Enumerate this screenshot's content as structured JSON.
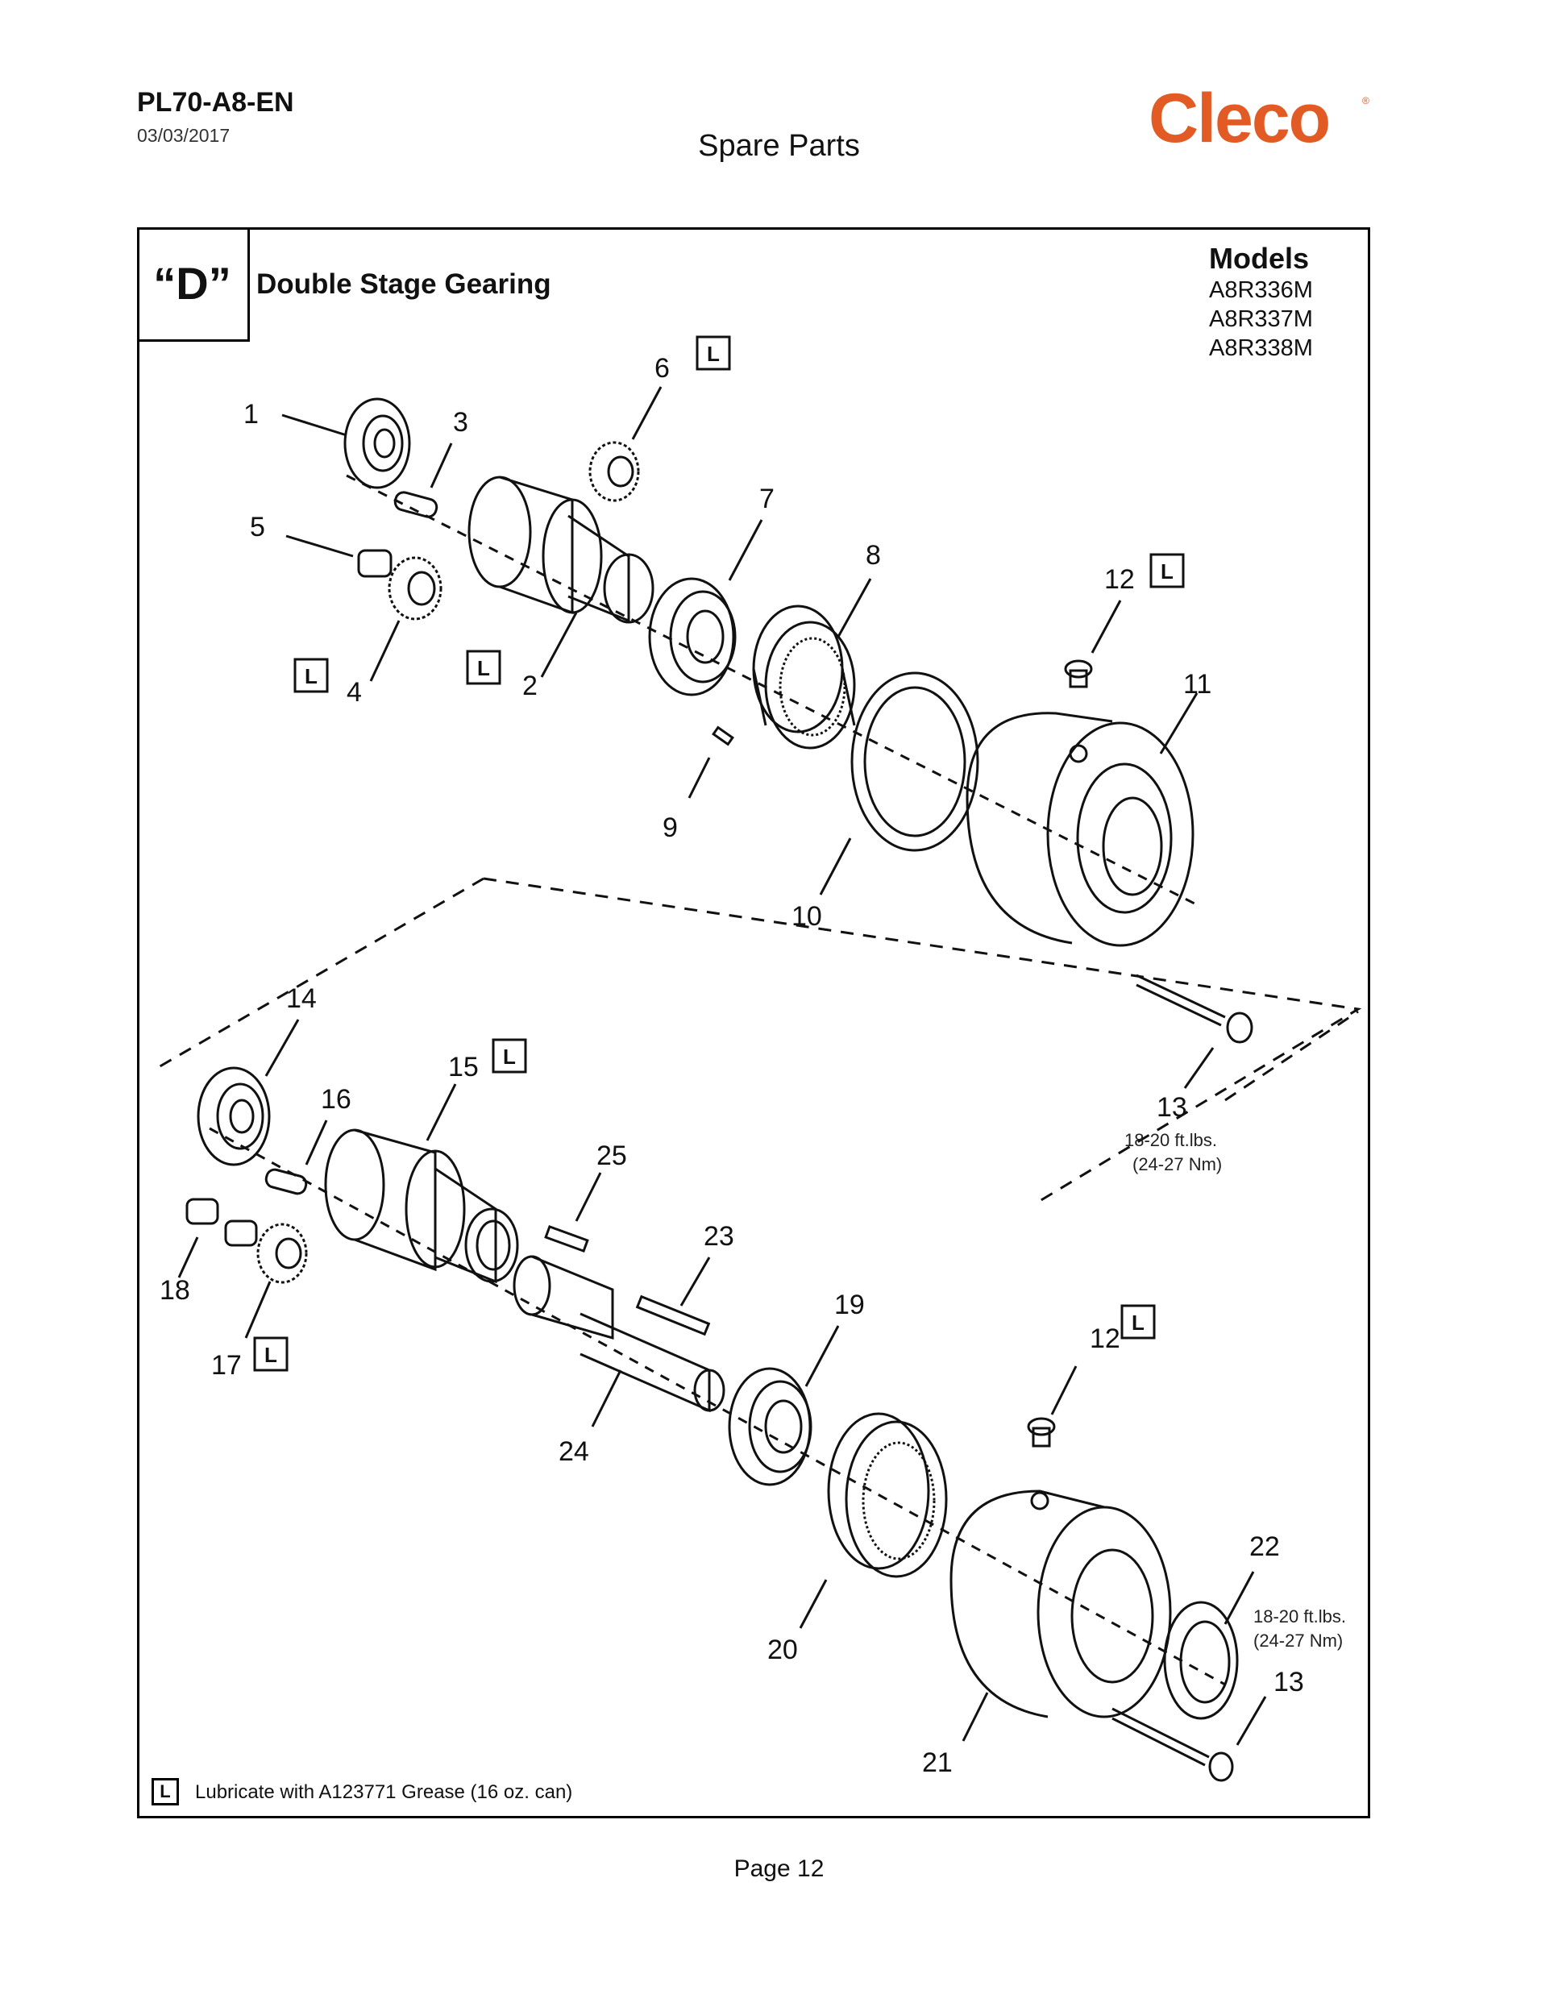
{
  "header": {
    "doc_id": "PL70-A8-EN",
    "date": "03/03/2017",
    "page_title": "Spare Parts",
    "logo_text": "Cleco",
    "logo_mark": "®",
    "brand_color": "#e25a24"
  },
  "section": {
    "letter": "“D”",
    "title": "Double Stage Gearing"
  },
  "models": {
    "title": "Models",
    "items": [
      "A8R336M",
      "A8R337M",
      "A8R338M"
    ]
  },
  "callouts": {
    "c1": "1",
    "c2": "2",
    "c3": "3",
    "c4": "4",
    "c5": "5",
    "c6": "6",
    "c7": "7",
    "c8": "8",
    "c9": "9",
    "c10": "10",
    "c11": "11",
    "c12a": "12",
    "c13a": "13",
    "c14": "14",
    "c15": "15",
    "c16": "16",
    "c17": "17",
    "c18": "18",
    "c19": "19",
    "c20": "20",
    "c21": "21",
    "c12b": "12",
    "c13b": "13",
    "c22": "22",
    "c23": "23",
    "c24": "24",
    "c25": "25"
  },
  "lube_marker": "L",
  "torque_notes": {
    "upper_line1": "18-20 ft.lbs.",
    "upper_line2": "(24-27 Nm)",
    "lower_line1": "18-20 ft.lbs.",
    "lower_line2": "(24-27 Nm)"
  },
  "legend": {
    "marker": "L",
    "text": "Lubricate with A123771 Grease (16 oz. can)"
  },
  "footer": {
    "page": "Page 12"
  }
}
